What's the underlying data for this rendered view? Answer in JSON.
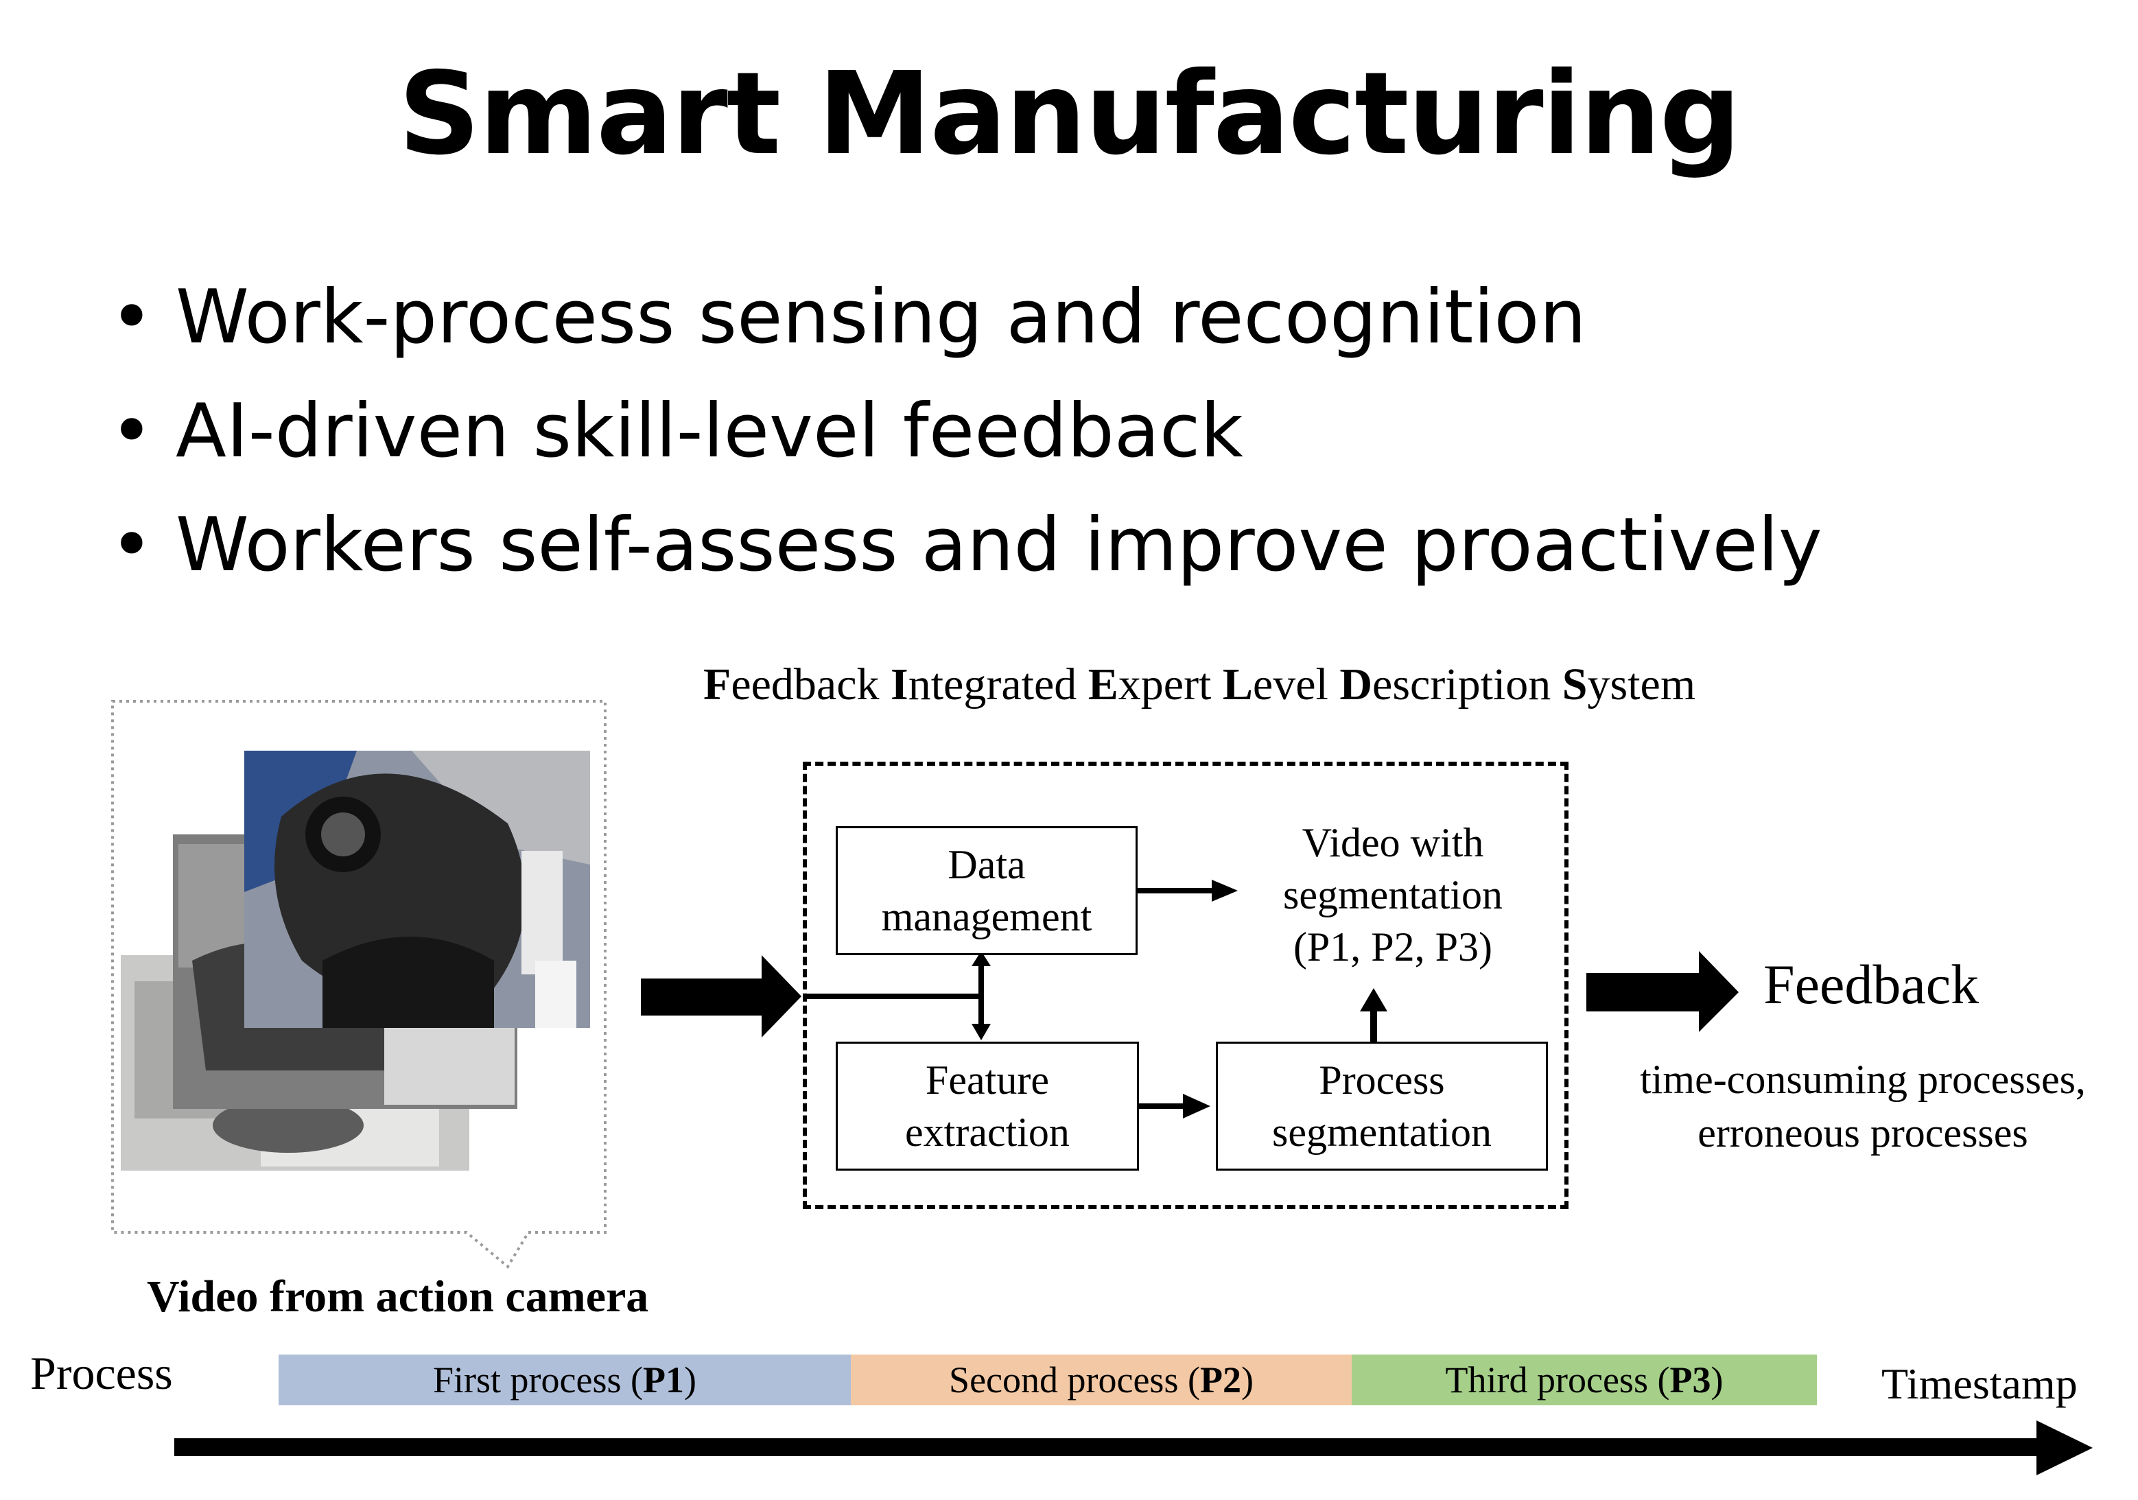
{
  "title": "Smart Manufacturing",
  "bullets": [
    "Work-process sensing and recognition",
    "AI-driven skill-level feedback",
    "Workers self-assess and improve proactively"
  ],
  "bullet_symbol": "•",
  "diagram": {
    "system_title_parts": [
      {
        "initial": "F",
        "rest": "eedback "
      },
      {
        "initial": "I",
        "rest": "ntegrated "
      },
      {
        "initial": "E",
        "rest": "xpert "
      },
      {
        "initial": "L",
        "rest": "evel "
      },
      {
        "initial": "D",
        "rest": "escription "
      },
      {
        "initial": "S",
        "rest": "ystem"
      }
    ],
    "boxes": {
      "data_management": [
        "Data",
        "management"
      ],
      "feature_extraction": [
        "Feature",
        "extraction"
      ],
      "process_segmentation": [
        "Process",
        "segmentation"
      ]
    },
    "segmentation_output": [
      "Video with",
      "segmentation",
      "(P1, P2, P3)"
    ],
    "feedback_label": "Feedback",
    "feedback_desc": [
      "time-consuming processes,",
      "erroneous processes"
    ],
    "camera_label": "Video from action camera"
  },
  "timeline": {
    "process_label": "Process",
    "timestamp_label": "Timestamp",
    "phases": [
      {
        "label": "First process  (",
        "code": "P1",
        "end": ")",
        "color": "#b0bfd9"
      },
      {
        "label": "Second process (",
        "code": "P2",
        "end": ")",
        "color": "#f3c8a4"
      },
      {
        "label": "Third process (",
        "code": "P3",
        "end": ")",
        "color": "#a6cf8a"
      }
    ]
  },
  "colors": {
    "arrow": "#000000",
    "photo_dark": "#2a2a2a",
    "photo_blue": "#2f4f8a"
  }
}
